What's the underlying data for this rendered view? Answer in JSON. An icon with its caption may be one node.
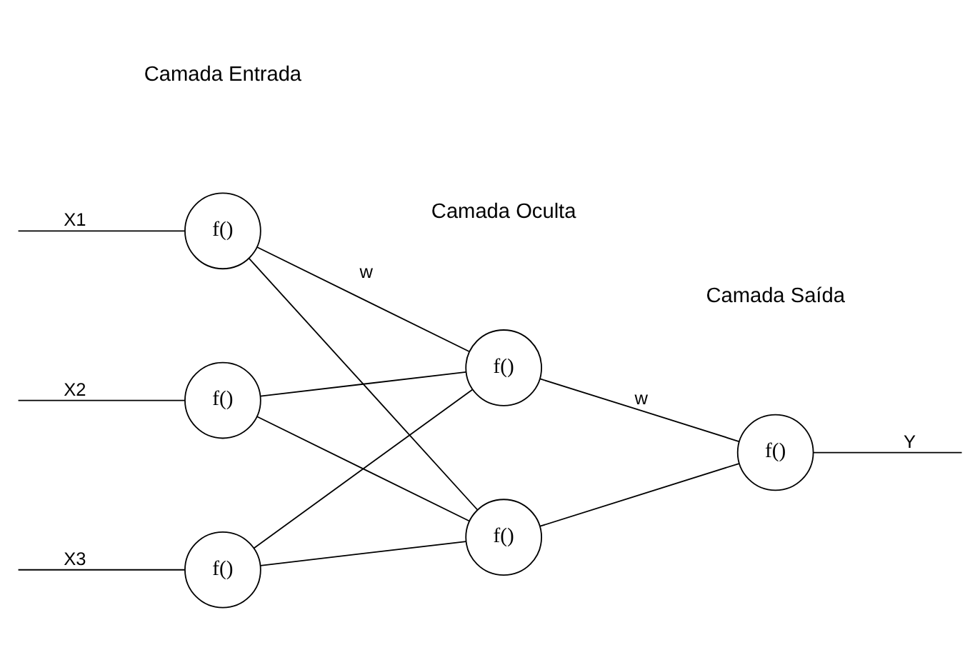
{
  "diagram": {
    "nodes": [
      {
        "text": [
          "f()"
        ]
      },
      {
        "text": [
          "f()"
        ]
      },
      {
        "text": [
          "f()"
        ]
      },
      {
        "text": [
          "f()"
        ]
      },
      {
        "text": [
          "f()"
        ]
      },
      {
        "text": [
          "f()"
        ]
      }
    ],
    "edges": [
      {
        "from": null,
        "to": 0,
        "arrow": "none",
        "label": "X1"
      },
      {
        "from": null,
        "to": 1,
        "arrow": "none",
        "label": "X2"
      },
      {
        "from": null,
        "to": 2,
        "arrow": "none",
        "label": "X3"
      },
      {
        "from": 0,
        "to": 3,
        "arrow": "none",
        "label": "w"
      },
      {
        "from": 0,
        "to": 4,
        "arrow": "none"
      },
      {
        "from": 1,
        "to": 3,
        "arrow": "none"
      },
      {
        "from": 1,
        "to": 4,
        "arrow": "none"
      },
      {
        "from": 2,
        "to": 3,
        "arrow": "none"
      },
      {
        "from": 2,
        "to": 4,
        "arrow": "none"
      },
      {
        "from": 3,
        "to": 5,
        "arrow": "none",
        "label": "w"
      },
      {
        "from": 4,
        "to": 5,
        "arrow": "none"
      },
      {
        "from": 5,
        "to": null,
        "arrow": "none",
        "label": "Y"
      }
    ],
    "labels": [
      "Camada Entrada",
      "Camada Oculta",
      "Camada Saída"
    ]
  }
}
